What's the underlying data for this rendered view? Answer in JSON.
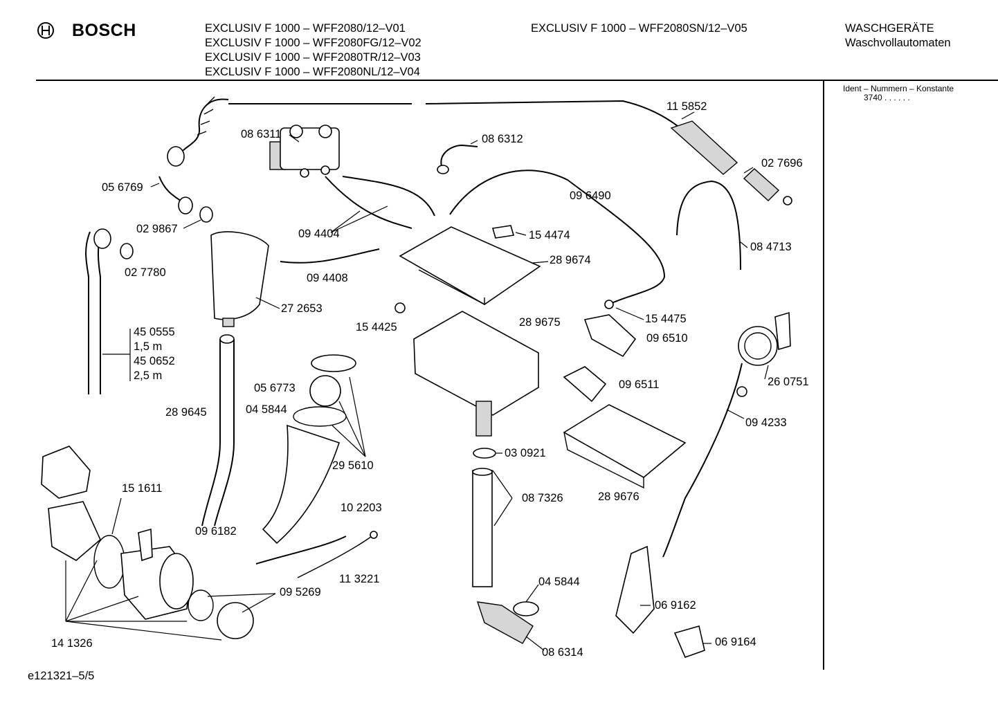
{
  "header": {
    "brand": "BOSCH",
    "models_left": [
      "EXCLUSIV F 1000 – WFF2080/12–V01",
      "EXCLUSIV F 1000 – WFF2080FG/12–V02",
      "EXCLUSIV F 1000 – WFF2080TR/12–V03",
      "EXCLUSIV F 1000 – WFF2080NL/12–V04"
    ],
    "model_right": "EXCLUSIV F 1000 – WFF2080SN/12–V05",
    "category_line1": "WASCHGERÄTE",
    "category_line2": "Waschvollautomaten"
  },
  "ident": {
    "label": "Ident – Nummern – Konstante",
    "value": "3740  . .    . . . ."
  },
  "parts": [
    "11 5852",
    "08 6311",
    "08 6312",
    "02 7696",
    "05 6769",
    "09 6490",
    "02 9867",
    "09 4404",
    "15 4474",
    "08 4713",
    "02 7780",
    "28 9674",
    "09 4408",
    "27 2653",
    "15 4475",
    "15 4425",
    "28 9675",
    "09 6510",
    "45 0555",
    "1,5 m",
    "45 0652",
    "2,5 m",
    "26 0751",
    "05 6773",
    "09 6511",
    "04 5844",
    "28 9645",
    "09 4233",
    "29 5610",
    "03 0921",
    "15 1611",
    "08 7326",
    "28 9676",
    "10 2203",
    "09 6182",
    "11 3221",
    "04 5844",
    "09 5269",
    "06 9162",
    "14 1326",
    "08 6314",
    "06 9164"
  ],
  "footer": {
    "code": "e121321–5/5"
  }
}
